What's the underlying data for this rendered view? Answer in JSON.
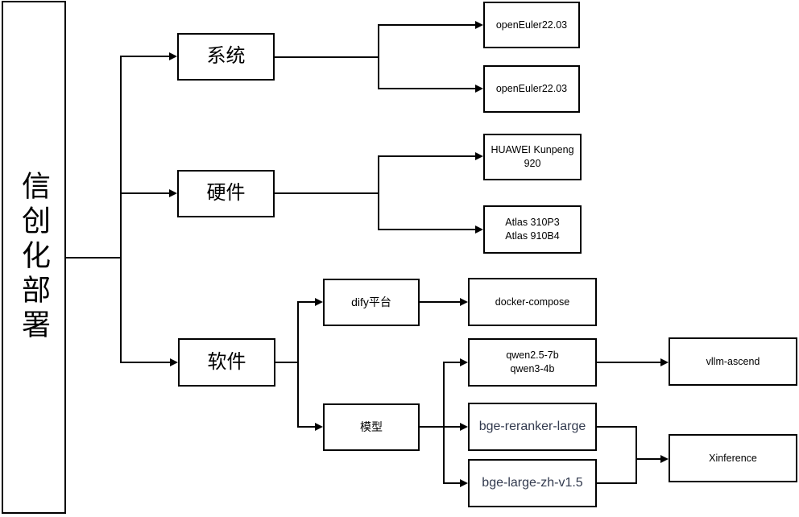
{
  "diagram": {
    "type": "flowchart",
    "background": "#ffffff",
    "stroke_color": "#000000",
    "text_color": "#000000",
    "bge_text_color": "#333b4f",
    "nodes": {
      "root": {
        "label": "信创化部署"
      },
      "system": {
        "label": "系统"
      },
      "hardware": {
        "label": "硬件"
      },
      "software": {
        "label": "软件"
      },
      "os1": {
        "label": "openEuler22.03"
      },
      "os2": {
        "label": "openEuler22.03"
      },
      "kunpeng": {
        "label": "HUAWEI Kunpeng\n920"
      },
      "atlas": {
        "label": "Atlas 310P3\nAtlas 910B4"
      },
      "dify": {
        "label": "dify平台"
      },
      "model": {
        "label": "模型"
      },
      "docker_compose": {
        "label": "docker-compose"
      },
      "qwen": {
        "label": "qwen2.5-7b\nqwen3-4b"
      },
      "vllm_ascend": {
        "label": "vllm-ascend"
      },
      "bge_reranker": {
        "label": "bge-reranker-large"
      },
      "bge_large": {
        "label": "bge-large-zh-v1.5"
      },
      "xinference": {
        "label": "Xinference"
      }
    },
    "edges": [
      {
        "from": "root",
        "to": "system"
      },
      {
        "from": "root",
        "to": "hardware"
      },
      {
        "from": "root",
        "to": "software"
      },
      {
        "from": "system",
        "to": "os1"
      },
      {
        "from": "system",
        "to": "os2"
      },
      {
        "from": "hardware",
        "to": "kunpeng"
      },
      {
        "from": "hardware",
        "to": "atlas"
      },
      {
        "from": "software",
        "to": "dify"
      },
      {
        "from": "software",
        "to": "model"
      },
      {
        "from": "dify",
        "to": "docker_compose"
      },
      {
        "from": "model",
        "to": "qwen"
      },
      {
        "from": "model",
        "to": "bge_reranker"
      },
      {
        "from": "model",
        "to": "bge_large"
      },
      {
        "from": "qwen",
        "to": "vllm_ascend"
      },
      {
        "from": "bge_reranker",
        "to": "xinference"
      },
      {
        "from": "bge_large",
        "to": "xinference"
      }
    ]
  }
}
